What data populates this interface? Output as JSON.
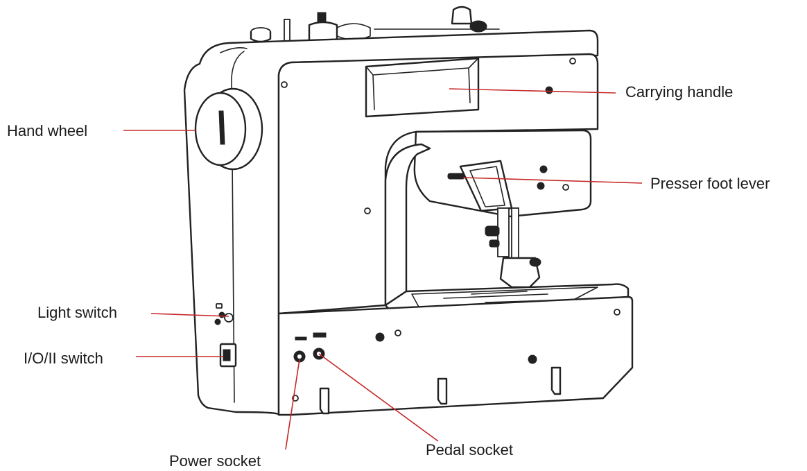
{
  "labels": {
    "carrying_handle": "Carrying handle",
    "hand_wheel": "Hand wheel",
    "presser_foot_lever": "Presser foot lever",
    "light_switch": "Light switch",
    "io_switch": "I/O/II switch",
    "power_socket": "Power socket",
    "pedal_socket": "Pedal socket"
  },
  "colors": {
    "leader_line": "#c62828",
    "outline": "#222222",
    "background": "#ffffff"
  }
}
